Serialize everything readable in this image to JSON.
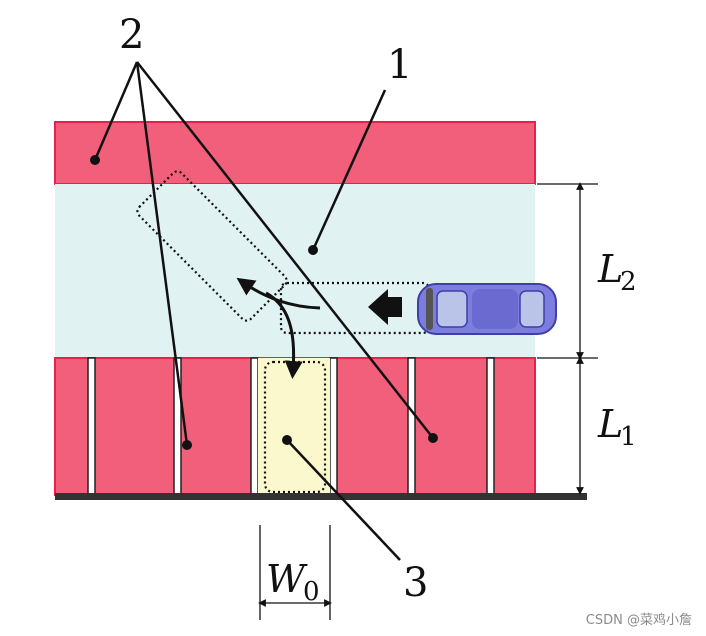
{
  "labels": {
    "one": "1",
    "two": "2",
    "three": "3",
    "l2_main": "L",
    "l2_sub": "2",
    "l1_main": "L",
    "l1_sub": "1",
    "w0_main": "W",
    "w0_sub": "0"
  },
  "watermark": "CSDN @菜鸡小詹",
  "colors": {
    "parking_red": "#f25f7a",
    "lane_cyan": "#e1f2f2",
    "target_slot": "#faf8cc",
    "ground": "#333333",
    "car_blue": "#7d7de0"
  }
}
